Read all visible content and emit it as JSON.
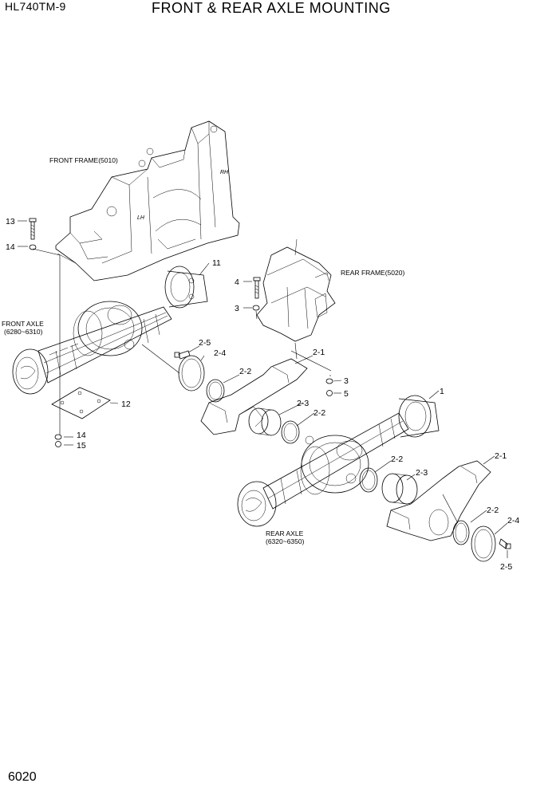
{
  "header": {
    "model": "HL740TM-9",
    "title": "FRONT & REAR AXLE MOUNTING"
  },
  "footer": {
    "page_number": "6020"
  },
  "captions": {
    "front_frame": "FRONT FRAME(5010)",
    "rear_frame": "REAR FRAME(5020)",
    "front_axle_1": "FRONT AXLE",
    "front_axle_2": "(6280~6310)",
    "rear_axle_1": "REAR AXLE",
    "rear_axle_2": "(6320~6350)",
    "lh": "LH",
    "rh": "RH"
  },
  "callouts": {
    "c13": "13",
    "c14a": "14",
    "c11": "11",
    "c4": "4",
    "c3a": "3",
    "c2_5a": "2-5",
    "c2_4a": "2-4",
    "c2_1a": "2-1",
    "c2_2a": "2-2",
    "c3b": "3",
    "c5": "5",
    "c2_3a": "2-3",
    "c2_2b": "2-2",
    "c12": "12",
    "c14b": "14",
    "c15": "15",
    "c1": "1",
    "c2_2c": "2-2",
    "c2_3b": "2-3",
    "c2_1b": "2-1",
    "c2_2d": "2-2",
    "c2_4b": "2-4",
    "c2_5b": "2-5"
  }
}
